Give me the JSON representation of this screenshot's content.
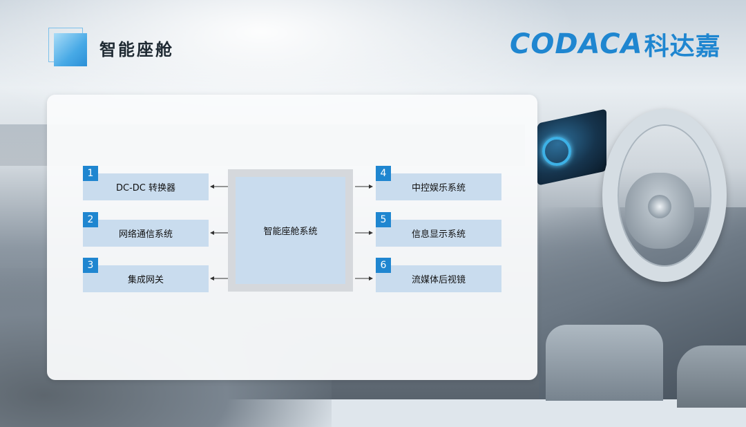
{
  "page": {
    "title": "智能座舱"
  },
  "brand": {
    "latin": "CODACA",
    "chinese": "科达嘉",
    "color": "#1f86d0"
  },
  "diagram": {
    "center": {
      "label": "智能座舱系统"
    },
    "left_items": [
      {
        "number": "1",
        "label": "DC-DC 转换器"
      },
      {
        "number": "2",
        "label": "网络通信系统"
      },
      {
        "number": "3",
        "label": "集成网关"
      }
    ],
    "right_items": [
      {
        "number": "4",
        "label": "中控娱乐系统"
      },
      {
        "number": "5",
        "label": "信息显示系统"
      },
      {
        "number": "6",
        "label": "流媒体后视镜"
      }
    ],
    "colors": {
      "box_fill": "#c9dcee",
      "badge": "#1f86d0",
      "center_border": "#d5d8dc"
    }
  },
  "icons": {
    "arrow": "arrow-icon"
  }
}
